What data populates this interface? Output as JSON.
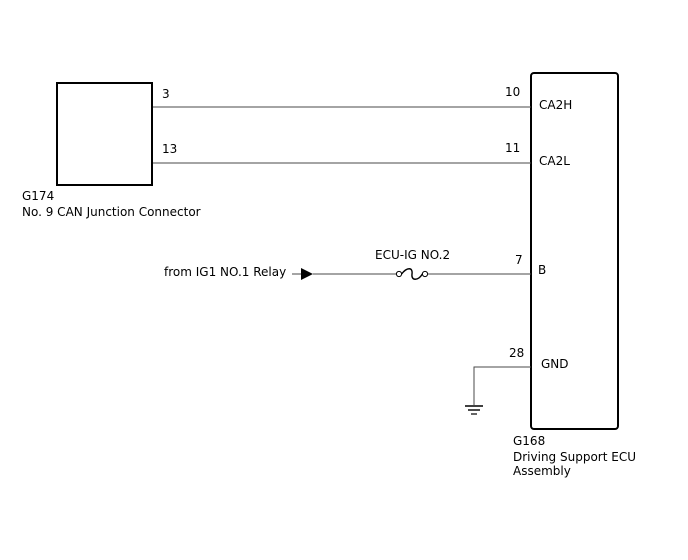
{
  "connector_g174": {
    "code": "G174",
    "name": "No. 9 CAN Junction Connector"
  },
  "ecu_g168": {
    "code": "G168",
    "name_line1": "Driving Support ECU",
    "name_line2": "Assembly"
  },
  "wires": {
    "ca2h": {
      "from_pin": "3",
      "to_pin": "10",
      "signal": "CA2H"
    },
    "ca2l": {
      "from_pin": "13",
      "to_pin": "11",
      "signal": "CA2L"
    },
    "power": {
      "source": "from IG1 NO.1 Relay",
      "fuse": "ECU-IG NO.2",
      "pin": "7",
      "signal": "B"
    },
    "ground": {
      "pin": "28",
      "signal": "GND"
    }
  },
  "colors": {
    "line": "#4a4a4a",
    "outline": "#000000",
    "background": "#ffffff"
  }
}
